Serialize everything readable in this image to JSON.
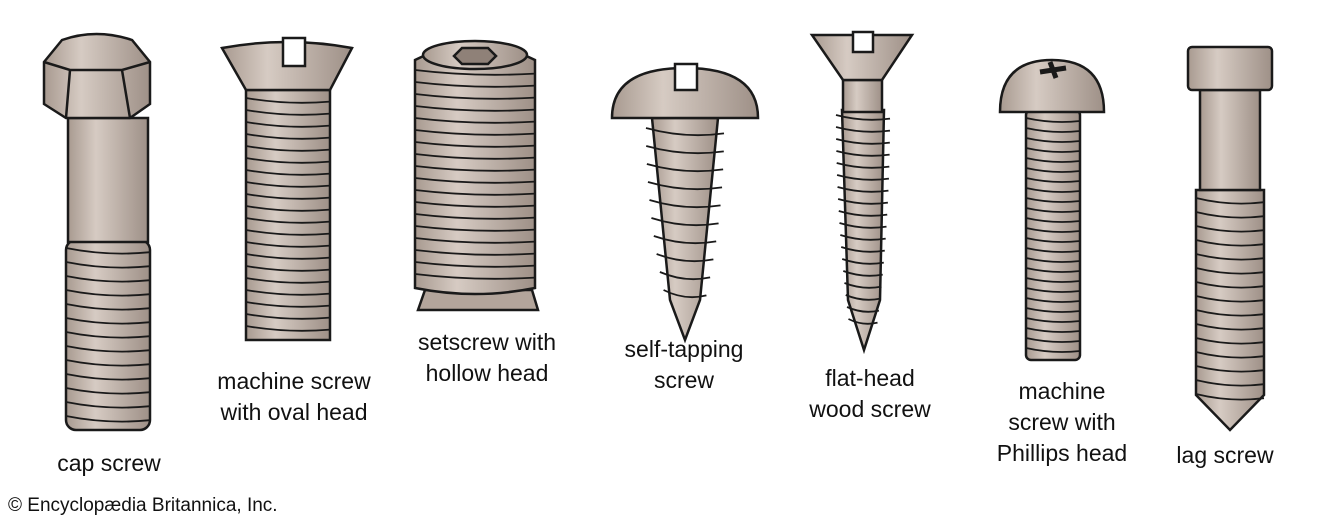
{
  "title": "Types of screws",
  "screws": [
    {
      "name": "cap-screw",
      "label_lines": [
        "cap screw"
      ]
    },
    {
      "name": "machine-screw-oval-head",
      "label_lines": [
        "machine screw",
        "with oval head"
      ]
    },
    {
      "name": "setscrew-hollow-head",
      "label_lines": [
        "setscrew with",
        "hollow head"
      ]
    },
    {
      "name": "self-tapping-screw",
      "label_lines": [
        "self-tapping",
        "screw"
      ]
    },
    {
      "name": "flat-head-wood-screw",
      "label_lines": [
        "flat-head",
        "wood screw"
      ]
    },
    {
      "name": "machine-screw-phillips-head",
      "label_lines": [
        "machine",
        "screw with",
        "Phillips head"
      ]
    },
    {
      "name": "lag-screw",
      "label_lines": [
        "lag screw"
      ]
    }
  ],
  "copyright": "© Encyclopædia Britannica, Inc.",
  "colors": {
    "metal": "#c6b9af",
    "metal_dark": "#a89a90",
    "outline": "#1a1a1a"
  }
}
